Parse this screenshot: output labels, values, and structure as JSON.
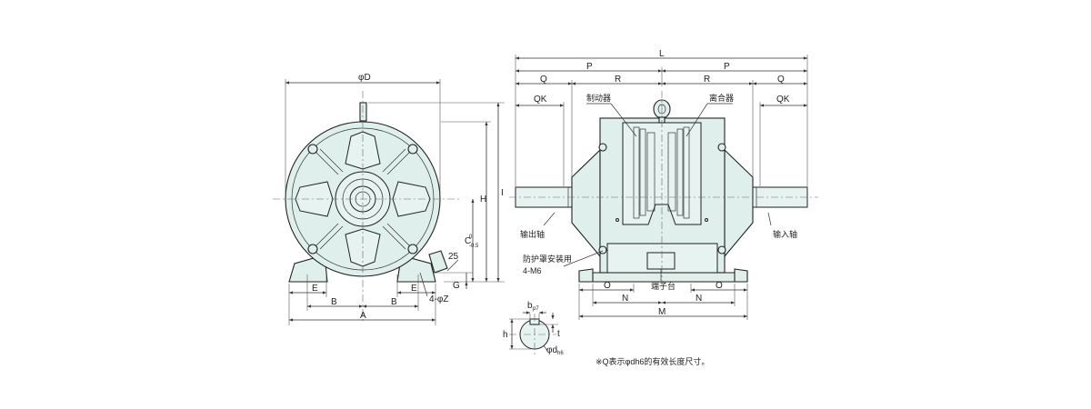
{
  "left_view": {
    "diameter_label": "φD",
    "height_label": "H",
    "i_label": "I",
    "c_label": "C",
    "c_tolerance": "0\n-0.5",
    "g_label": "G",
    "e_label_left": "E",
    "e_label_right": "E",
    "b_label_left": "B",
    "b_label_right": "B",
    "a_label": "A",
    "hole_label": "4-φZ",
    "angle_label": "25"
  },
  "right_view": {
    "l_label": "L",
    "p_label_left": "P",
    "p_label_right": "P",
    "q_label_left": "Q",
    "q_label_right": "Q",
    "r_label_left": "R",
    "r_label_right": "R",
    "qk_label_left": "QK",
    "qk_label_right": "QK",
    "brake_label": "制动器",
    "clutch_label": "离合器",
    "output_shaft_label": "输出轴",
    "input_shaft_label": "输入轴",
    "guard_label": "防护罩安装用",
    "guard_bolt_label": "4-M6",
    "terminal_label": "端子台",
    "o_label_left": "O",
    "o_label_right": "O",
    "n_label_left": "N",
    "n_label_right": "N",
    "m_label": "M"
  },
  "shaft_detail": {
    "b_label": "b",
    "b_sub": "p7",
    "h_label": "h",
    "t_label": "t",
    "d_label": "φd",
    "d_sub": "h6"
  },
  "footnote": "※Q表示φdh6的有效长度尺寸。"
}
